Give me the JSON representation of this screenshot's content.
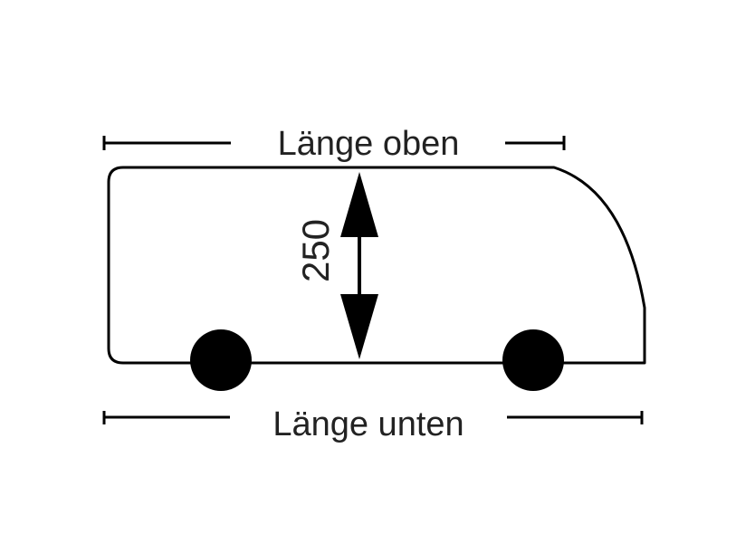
{
  "labels": {
    "top_length": "Länge oben",
    "bottom_length": "Länge unten",
    "height": "250"
  },
  "colors": {
    "stroke": "#000000",
    "text": "#222222",
    "background": "#ffffff"
  }
}
